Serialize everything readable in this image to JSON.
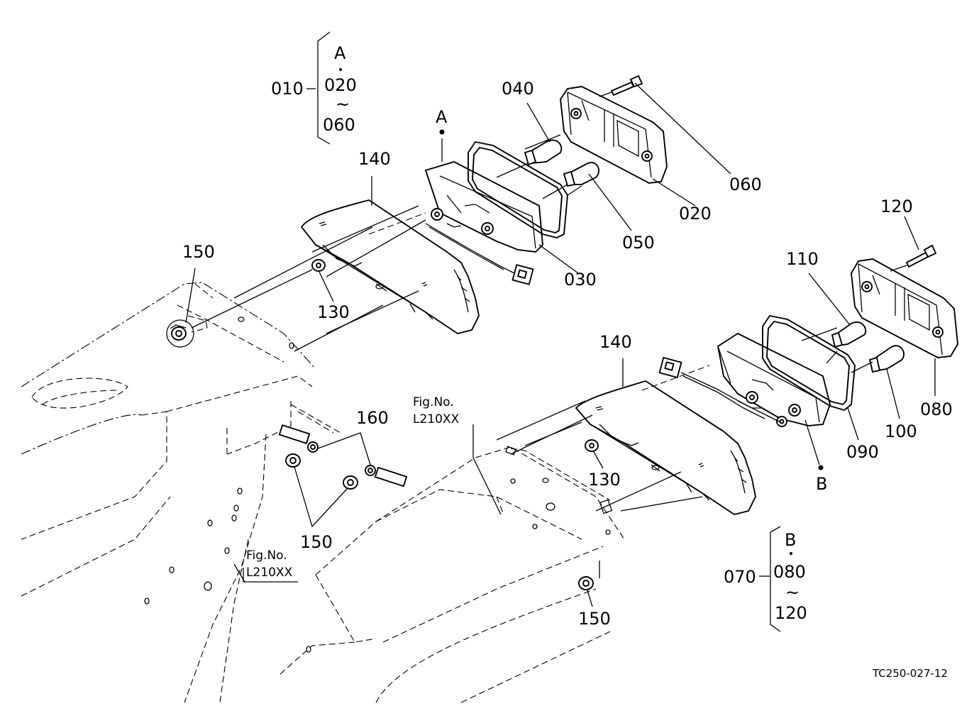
{
  "labels": {
    "p010": "010",
    "p020_top": "020",
    "p060_top": "060",
    "a_top": "A",
    "tilde_a": "~",
    "p040": "040",
    "a_marker": "A",
    "p140_a": "140",
    "p060": "060",
    "p020": "020",
    "p050": "050",
    "p030": "030",
    "p150_a": "150",
    "p130_a": "130",
    "p120": "120",
    "p110": "110",
    "p140_b": "140",
    "p080": "080",
    "p100": "100",
    "p090": "090",
    "b_marker": "B",
    "p130_b": "130",
    "p160": "160",
    "p150_b": "150",
    "p150_c": "150",
    "p070": "070",
    "b_bottom": "B",
    "p080_bottom": "080",
    "tilde_b": "~",
    "p120_bottom": "120"
  },
  "refs": {
    "fig1_line1": "Fig.No.",
    "fig1_line2": "L210XX",
    "fig2_line1": "Fig.No.",
    "fig2_line2": "L210XX"
  },
  "drawing_code": "TC250-027-12"
}
